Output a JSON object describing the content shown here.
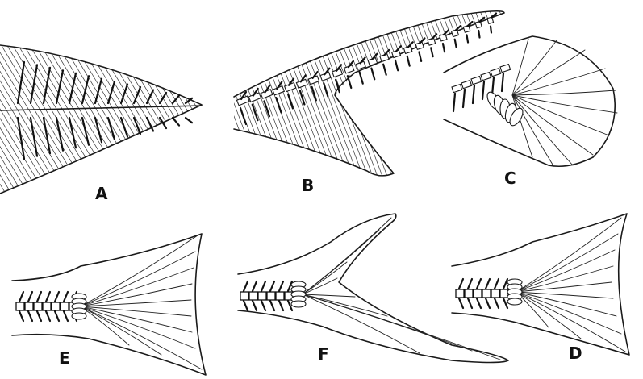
{
  "figure": {
    "labels": {
      "A": "A",
      "B": "B",
      "C": "C",
      "D": "D",
      "E": "E",
      "F": "F"
    },
    "line_color": "#1a1a1a",
    "background": "#ffffff"
  }
}
